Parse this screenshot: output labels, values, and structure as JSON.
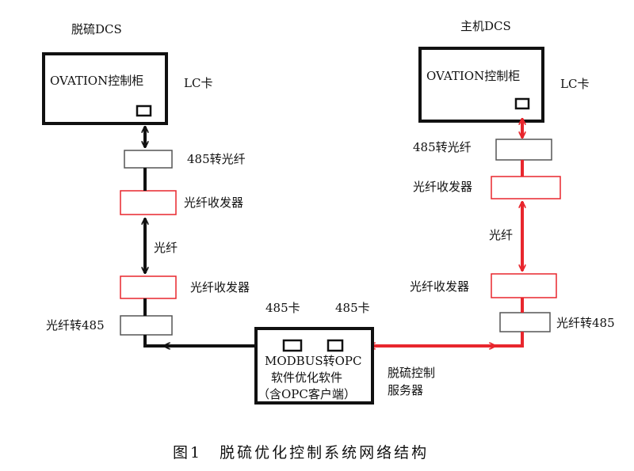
{
  "left": {
    "system_title": "脱硫DCS",
    "cabinet_label": "OVATION控制柜",
    "card_label": "LC卡",
    "converter_top_label": "485转光纤",
    "transceiver_top_label": "光纤收发器",
    "fiber_label": "光纤",
    "transceiver_bottom_label": "光纤收发器",
    "converter_bottom_label": "光纤转485"
  },
  "right": {
    "system_title": "主机DCS",
    "cabinet_label": "OVATION控制柜",
    "card_label": "LC卡",
    "converter_top_label": "485转光纤",
    "transceiver_top_label": "光纤收发器",
    "fiber_label": "光纤",
    "transceiver_bottom_label": "光纤收发器",
    "converter_bottom_label": "光纤转485"
  },
  "center": {
    "card_left_label": "485卡",
    "card_right_label": "485卡",
    "software_line1": "MODBUS转OPC",
    "software_line2": "软件优化软件",
    "software_line3": "（含OPC客户端）",
    "server_line1": "脱硫控制",
    "server_line2": "服务器"
  },
  "caption": "图1　脱硫优化控制系统网络结构",
  "colors": {
    "left_link": "#111111",
    "right_link": "#e8262d",
    "transceiver_border": "#e8262d"
  }
}
